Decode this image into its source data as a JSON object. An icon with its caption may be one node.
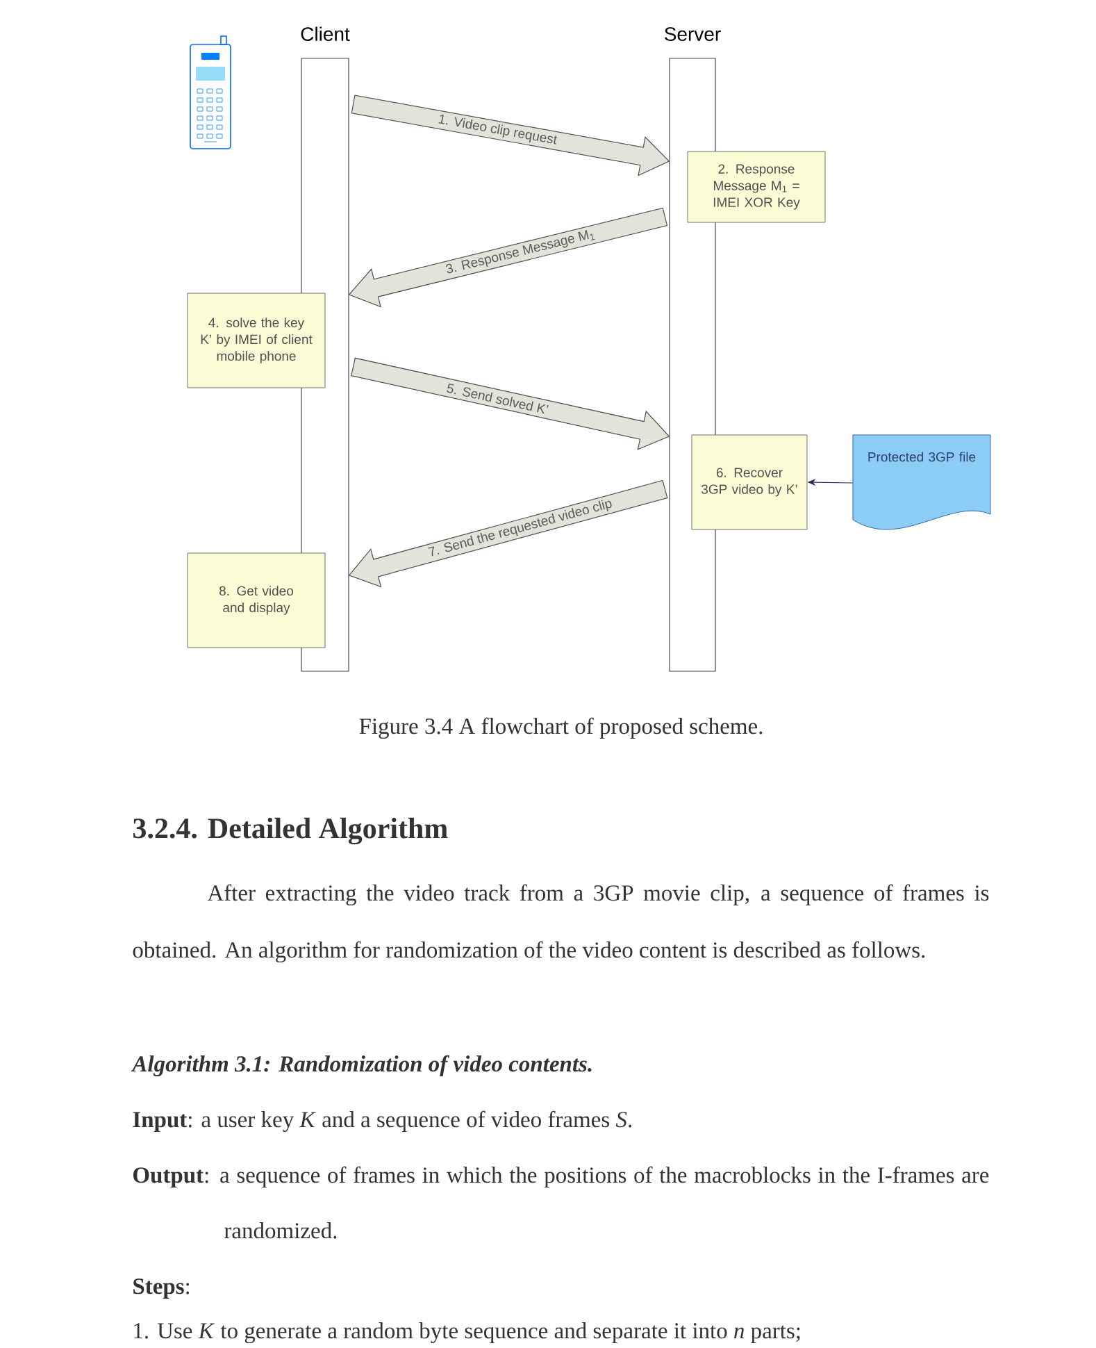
{
  "diagram": {
    "caption": "Figure 3.4 A flowchart of proposed scheme.",
    "nodes": [
      {
        "text": [
          "Client"
        ]
      },
      {
        "text": [
          "Server"
        ]
      },
      {
        "text": [
          "2. Response Message M$_{1}$ = IMEI XOR Key"
        ]
      },
      {
        "text": [
          "4. solve the key K’ by IMEI of client mobile phone"
        ]
      },
      {
        "text": [
          "6. Recover 3GP video by K’"
        ]
      },
      {
        "text": [
          "Protected 3GP file"
        ]
      },
      {
        "text": [
          "8. Get video and display"
        ]
      }
    ],
    "edges": [
      {
        "from": 0,
        "to": 1,
        "arrow": "to",
        "label": "1. Video clip request",
        "style": "thick"
      },
      {
        "from": 1,
        "to": 0,
        "arrow": "to",
        "label": "3. Response Message M$_{1}$",
        "style": "thick"
      },
      {
        "from": 0,
        "to": 1,
        "arrow": "to",
        "label": "5. Send solved K’",
        "style": "thick"
      },
      {
        "from": 5,
        "to": 4,
        "arrow": "to"
      },
      {
        "from": 1,
        "to": 0,
        "arrow": "to",
        "label": "7. Send the requested video clip",
        "style": "thick"
      }
    ],
    "labels": [
      "3.2.4.   Detailed Algorithm",
      "After extracting the video track from a 3GP movie clip, a sequence of frames is obtained. An algorithm for randomization of the video content is described as follows.",
      "Algorithm 3.1: Randomization of video contents.",
      "**Input**: a user key *K* and a sequence of video frames *S*.",
      "**Output**: a sequence of frames in which the positions of the macroblocks in the I-frames are randomized.",
      "**Steps**:",
      "1.   Use *K* to generate a random byte sequence and separate it into *n* parts;"
    ]
  }
}
